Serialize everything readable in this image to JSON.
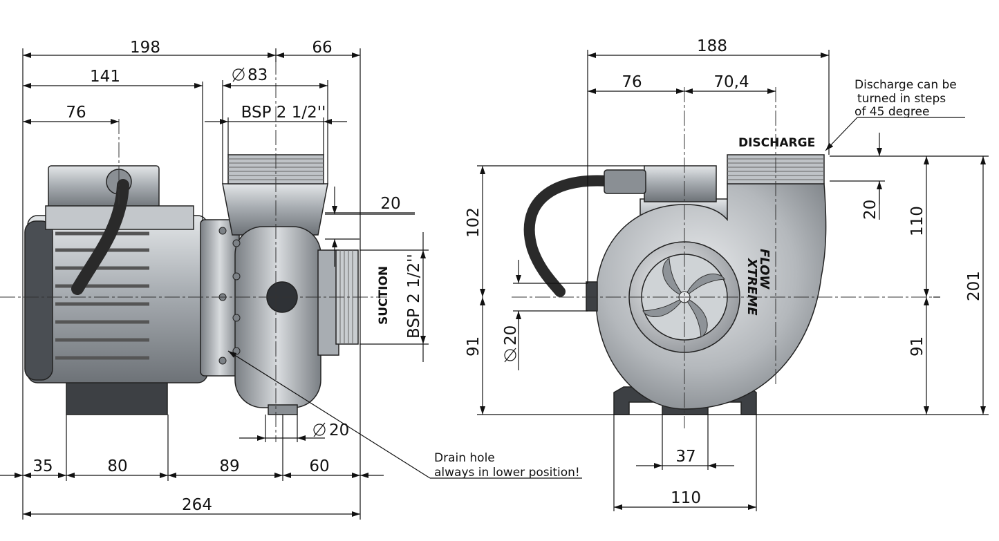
{
  "left_view": {
    "dims": {
      "d198": "198",
      "d66": "66",
      "d141": "141",
      "d83": "83",
      "d76": "76",
      "bsp_top": "BSP 2 1/2''",
      "d20": "20",
      "suction": "SUCTION",
      "bsp_side": "BSP 2 1/2''",
      "d20_drain": "20",
      "d35": "35",
      "d80": "80",
      "d89": "89",
      "d60": "60",
      "d264": "264"
    },
    "drain_note_1": "Drain hole",
    "drain_note_2": "always in lower position!"
  },
  "right_view": {
    "dims": {
      "d188": "188",
      "d76": "76",
      "d70_4": "70,4",
      "d102": "102",
      "d91_left": "91",
      "d20_dia": "20",
      "d20": "20",
      "d110_v": "110",
      "d91_right": "91",
      "d201": "201",
      "d37": "37",
      "d110_h": "110"
    },
    "discharge": "DISCHARGE",
    "discharge_note_1": "Discharge can be",
    "discharge_note_2": "turned in steps",
    "discharge_note_3": "of 45 degree",
    "brand_line_1": "FLOW",
    "brand_line_2": "XTREME"
  },
  "colors": {
    "metal_dark": "#5d6166",
    "metal_mid": "#9ea3a9",
    "metal_light": "#d6d9dc",
    "cable": "#2a2a2a"
  }
}
